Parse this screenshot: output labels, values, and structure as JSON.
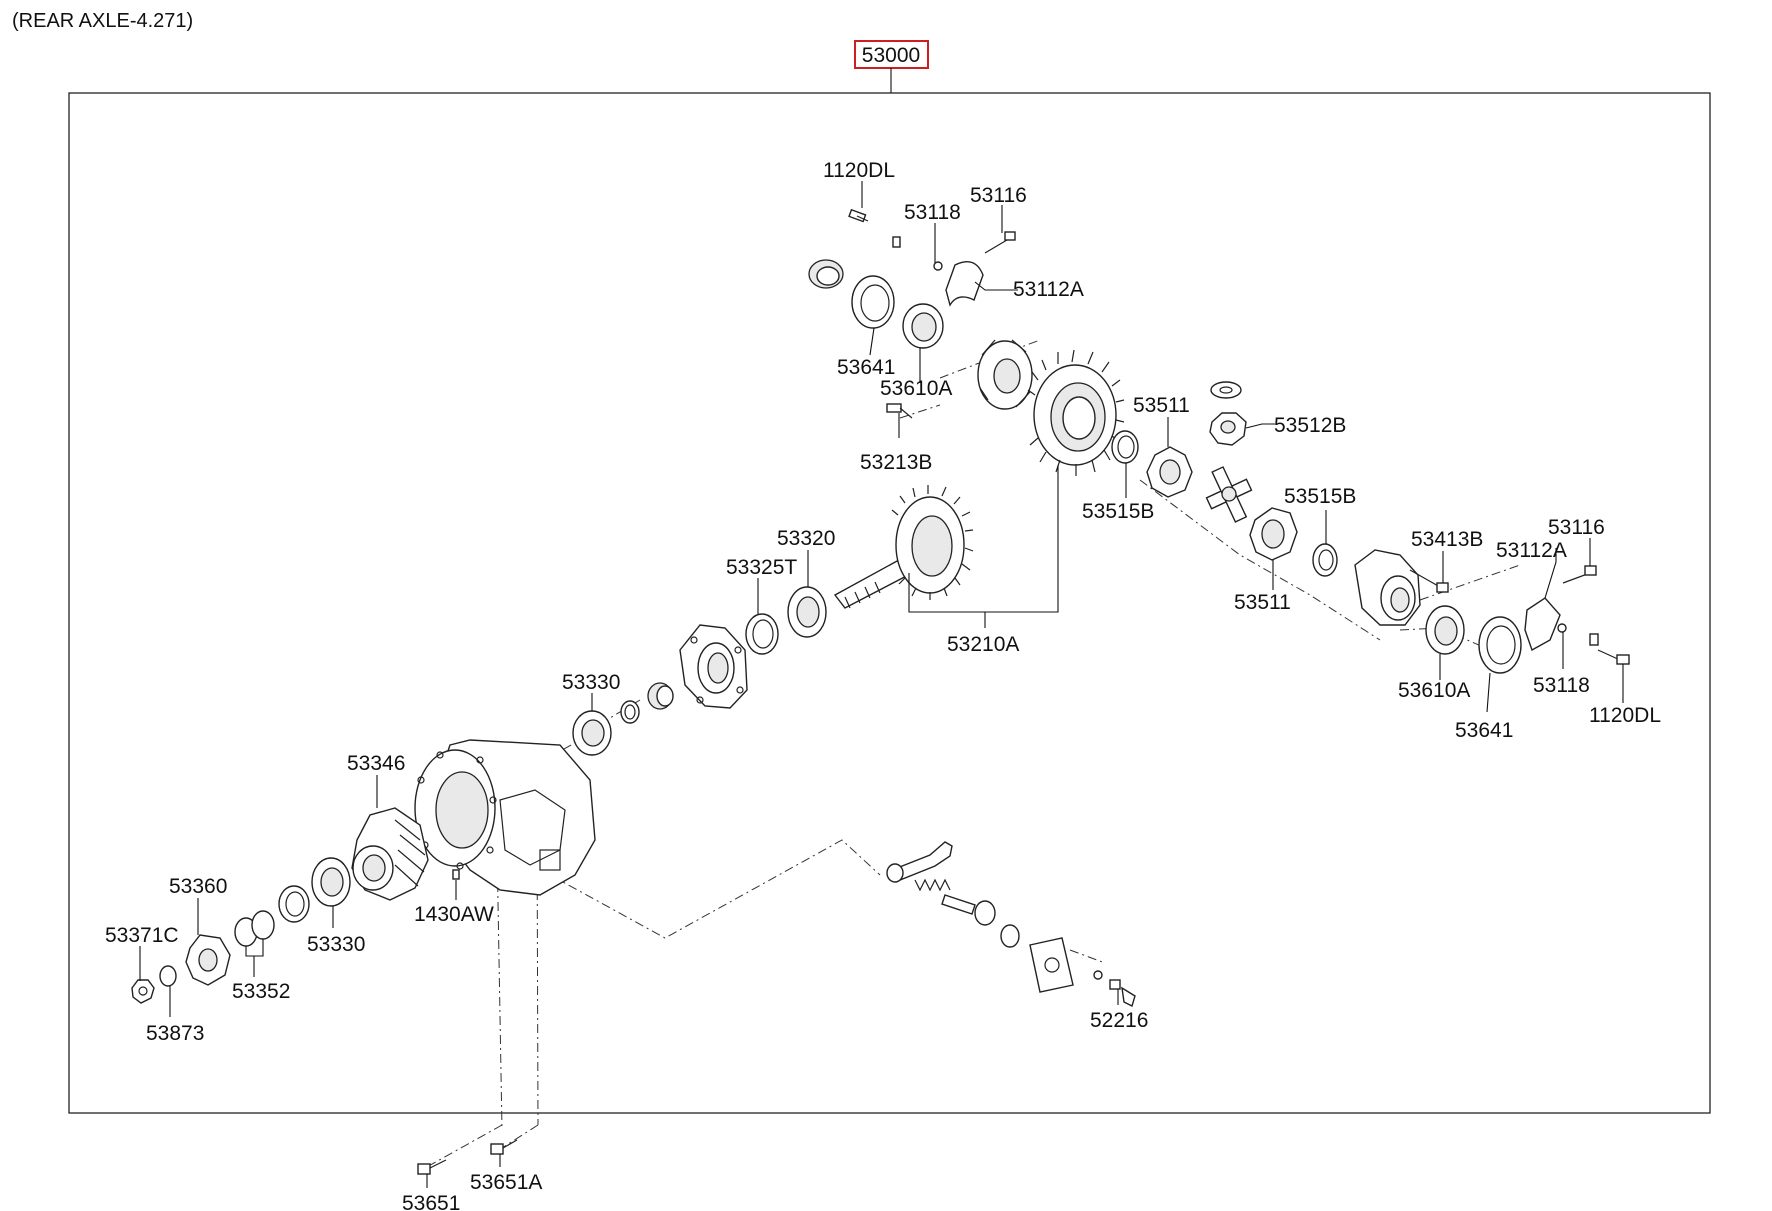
{
  "title": "(REAR AXLE-4.271)",
  "assembly": {
    "number": "53000",
    "highlight_color": "#d01e1e"
  },
  "labels": {
    "p1120DL_top": "1120DL",
    "p53118_top": "53118",
    "p53116_top": "53116",
    "p53112A_top": "53112A",
    "p53641_top": "53641",
    "p53610A_top": "53610A",
    "p53213B": "53213B",
    "p53511_top": "53511",
    "p53512B": "53512B",
    "p53515B_left": "53515B",
    "p53515B_right": "53515B",
    "p53320": "53320",
    "p53325T": "53325T",
    "p53210A": "53210A",
    "p53511_bottom": "53511",
    "p53413B": "53413B",
    "p53116_right": "53116",
    "p53112A_right": "53112A",
    "p53610A_right": "53610A",
    "p53118_right": "53118",
    "p1120DL_right": "1120DL",
    "p53641_right": "53641",
    "p53330_top": "53330",
    "p53346": "53346",
    "p53360": "53360",
    "p53371C": "53371C",
    "p1430AW": "1430AW",
    "p53330_bottom": "53330",
    "p53352": "53352",
    "p53873": "53873",
    "p52216": "52216",
    "p53651": "53651",
    "p53651A": "53651A"
  }
}
